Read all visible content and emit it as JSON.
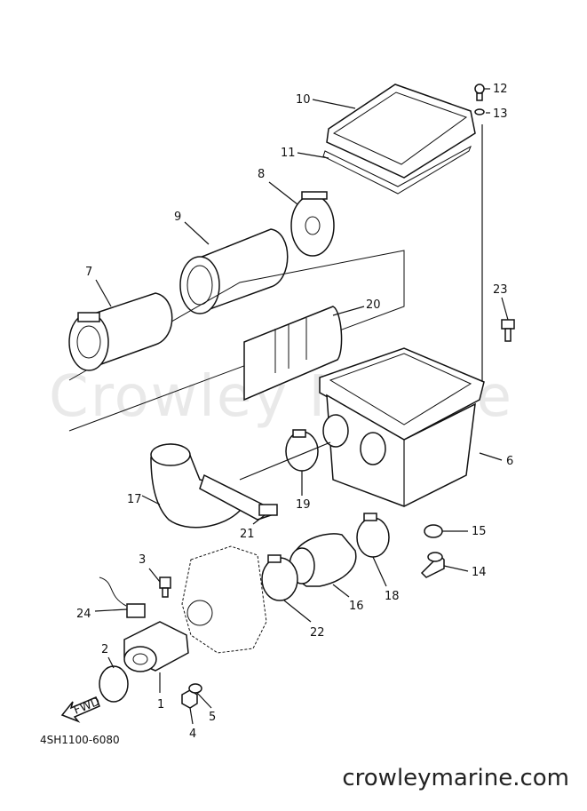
{
  "watermark": "Crowley Marine",
  "diagram_code": "4SH1100-6080",
  "site": "crowleymarine.com",
  "fwd_label": "FWD",
  "callouts": [
    "1",
    "2",
    "3",
    "4",
    "5",
    "6",
    "7",
    "8",
    "9",
    "10",
    "11",
    "12",
    "13",
    "14",
    "15",
    "16",
    "17",
    "18",
    "19",
    "20",
    "21",
    "22",
    "23",
    "24"
  ]
}
